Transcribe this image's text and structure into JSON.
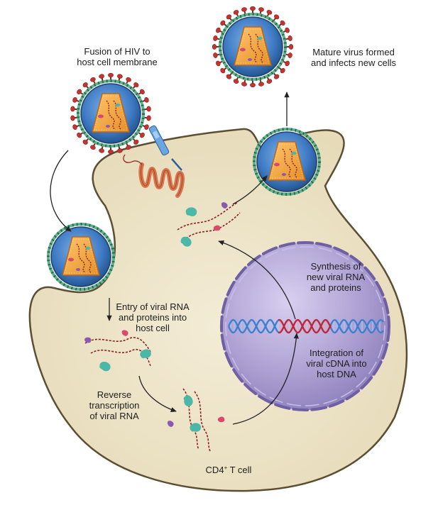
{
  "labels": {
    "fusion": [
      "Fusion of HIV to",
      "host cell membrane"
    ],
    "mature": [
      "Mature virus formed",
      "and infects new cells"
    ],
    "entry": [
      "Entry of viral RNA",
      "and proteins into",
      "host cell"
    ],
    "reverse": [
      "Reverse",
      "transcription",
      "of viral RNA"
    ],
    "synthesis": [
      "Synthesis of",
      "new viral RNA",
      "and proteins"
    ],
    "integration": [
      "Integration of",
      "viral cDNA into",
      "host DNA"
    ],
    "cell_name": "CD4",
    "cell_sup": "+",
    "cell_suffix": " T cell"
  },
  "colors": {
    "cytoplasm": "#ece3c7",
    "cell_outline": "#5b4e33",
    "nucleus": "#b3a6d6",
    "virus_envelope": "#2d6fb3",
    "virus_ring": "#5fb38c",
    "spike": "#c7342f",
    "capsid": "#f1a63a",
    "rna": "#8a2020",
    "protein_teal": "#4bb7a8",
    "protein_pink": "#d94a6a",
    "protein_purple": "#8a5ab3",
    "receptor": "#d9734a",
    "coreceptor": "#6aa6e0",
    "dna_blue": "#3f7fd0",
    "dna_red": "#b8293a"
  }
}
